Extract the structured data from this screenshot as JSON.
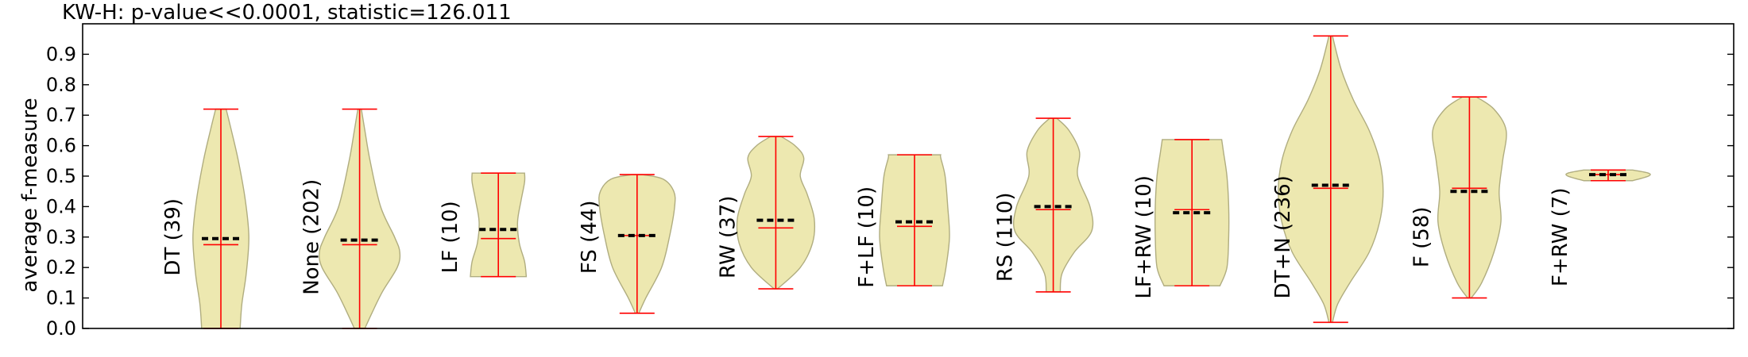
{
  "chart_data": {
    "type": "violin",
    "title": "KW-H: p-value<<0.0001, statistic=126.011",
    "xlabel": "",
    "ylabel": "average f-measure",
    "ylim": [
      0.0,
      1.0
    ],
    "yticks": [
      "0.0",
      "0.1",
      "0.2",
      "0.3",
      "0.4",
      "0.5",
      "0.6",
      "0.7",
      "0.8",
      "0.9"
    ],
    "grid": false,
    "legend": "none",
    "colors": {
      "violin_fill": "#ede8b0",
      "violin_edge": "#b0ad80",
      "whisker": "#ff0000",
      "mean": "#000000"
    },
    "groups": [
      {
        "label": "DT (39)",
        "min": 0.0,
        "max": 0.72,
        "median": 0.275,
        "mean": 0.295,
        "density": [
          [
            0.0,
            0.22
          ],
          [
            0.08,
            0.24
          ],
          [
            0.18,
            0.29
          ],
          [
            0.3,
            0.32
          ],
          [
            0.42,
            0.28
          ],
          [
            0.55,
            0.2
          ],
          [
            0.65,
            0.12
          ],
          [
            0.72,
            0.06
          ]
        ]
      },
      {
        "label": "None (202)",
        "min": 0.0,
        "max": 0.72,
        "median": 0.275,
        "mean": 0.29,
        "density": [
          [
            0.0,
            0.06
          ],
          [
            0.05,
            0.14
          ],
          [
            0.12,
            0.26
          ],
          [
            0.2,
            0.43
          ],
          [
            0.25,
            0.46
          ],
          [
            0.3,
            0.4
          ],
          [
            0.4,
            0.24
          ],
          [
            0.55,
            0.12
          ],
          [
            0.65,
            0.06
          ],
          [
            0.72,
            0.02
          ]
        ]
      },
      {
        "label": "LF (10)",
        "min": 0.17,
        "max": 0.51,
        "median": 0.295,
        "mean": 0.325,
        "density": [
          [
            0.17,
            0.32
          ],
          [
            0.22,
            0.3
          ],
          [
            0.28,
            0.24
          ],
          [
            0.35,
            0.22
          ],
          [
            0.42,
            0.26
          ],
          [
            0.48,
            0.3
          ],
          [
            0.51,
            0.3
          ]
        ]
      },
      {
        "label": "FS (44)",
        "min": 0.05,
        "max": 0.505,
        "median": 0.305,
        "mean": 0.305,
        "density": [
          [
            0.05,
            0.02
          ],
          [
            0.1,
            0.1
          ],
          [
            0.2,
            0.28
          ],
          [
            0.3,
            0.37
          ],
          [
            0.4,
            0.43
          ],
          [
            0.45,
            0.42
          ],
          [
            0.49,
            0.3
          ],
          [
            0.505,
            0.06
          ]
        ]
      },
      {
        "label": "RW (37)",
        "min": 0.13,
        "max": 0.63,
        "median": 0.33,
        "mean": 0.355,
        "density": [
          [
            0.13,
            0.02
          ],
          [
            0.2,
            0.28
          ],
          [
            0.28,
            0.42
          ],
          [
            0.36,
            0.44
          ],
          [
            0.44,
            0.36
          ],
          [
            0.5,
            0.28
          ],
          [
            0.56,
            0.32
          ],
          [
            0.6,
            0.22
          ],
          [
            0.63,
            0.06
          ]
        ]
      },
      {
        "label": "F+LF (10)",
        "min": 0.14,
        "max": 0.57,
        "median": 0.335,
        "mean": 0.35,
        "density": [
          [
            0.14,
            0.32
          ],
          [
            0.2,
            0.36
          ],
          [
            0.3,
            0.4
          ],
          [
            0.4,
            0.38
          ],
          [
            0.5,
            0.35
          ],
          [
            0.56,
            0.3
          ],
          [
            0.57,
            0.3
          ]
        ]
      },
      {
        "label": "RS (110)",
        "min": 0.12,
        "max": 0.69,
        "median": 0.39,
        "mean": 0.4,
        "density": [
          [
            0.12,
            0.08
          ],
          [
            0.18,
            0.1
          ],
          [
            0.25,
            0.24
          ],
          [
            0.32,
            0.44
          ],
          [
            0.4,
            0.42
          ],
          [
            0.5,
            0.28
          ],
          [
            0.58,
            0.3
          ],
          [
            0.65,
            0.18
          ],
          [
            0.69,
            0.04
          ]
        ]
      },
      {
        "label": "LF+RW (10)",
        "min": 0.14,
        "max": 0.62,
        "median": 0.39,
        "mean": 0.38,
        "density": [
          [
            0.14,
            0.32
          ],
          [
            0.2,
            0.4
          ],
          [
            0.3,
            0.42
          ],
          [
            0.4,
            0.42
          ],
          [
            0.5,
            0.4
          ],
          [
            0.58,
            0.36
          ],
          [
            0.62,
            0.34
          ]
        ]
      },
      {
        "label": "DT+N (236)",
        "min": 0.02,
        "max": 0.96,
        "median": 0.46,
        "mean": 0.47,
        "density": [
          [
            0.02,
            0.02
          ],
          [
            0.08,
            0.08
          ],
          [
            0.15,
            0.22
          ],
          [
            0.25,
            0.44
          ],
          [
            0.35,
            0.56
          ],
          [
            0.45,
            0.6
          ],
          [
            0.55,
            0.56
          ],
          [
            0.65,
            0.44
          ],
          [
            0.75,
            0.26
          ],
          [
            0.85,
            0.12
          ],
          [
            0.96,
            0.02
          ]
        ]
      },
      {
        "label": "F (58)",
        "min": 0.1,
        "max": 0.76,
        "median": 0.46,
        "mean": 0.45,
        "density": [
          [
            0.1,
            0.02
          ],
          [
            0.15,
            0.14
          ],
          [
            0.25,
            0.28
          ],
          [
            0.35,
            0.36
          ],
          [
            0.45,
            0.34
          ],
          [
            0.55,
            0.38
          ],
          [
            0.65,
            0.42
          ],
          [
            0.72,
            0.28
          ],
          [
            0.76,
            0.08
          ]
        ]
      },
      {
        "label": "F+RW (7)",
        "min": 0.485,
        "max": 0.52,
        "median": 0.505,
        "mean": 0.505,
        "density": [
          [
            0.485,
            0.28
          ],
          [
            0.5,
            0.46
          ],
          [
            0.51,
            0.46
          ],
          [
            0.52,
            0.28
          ]
        ]
      }
    ]
  }
}
